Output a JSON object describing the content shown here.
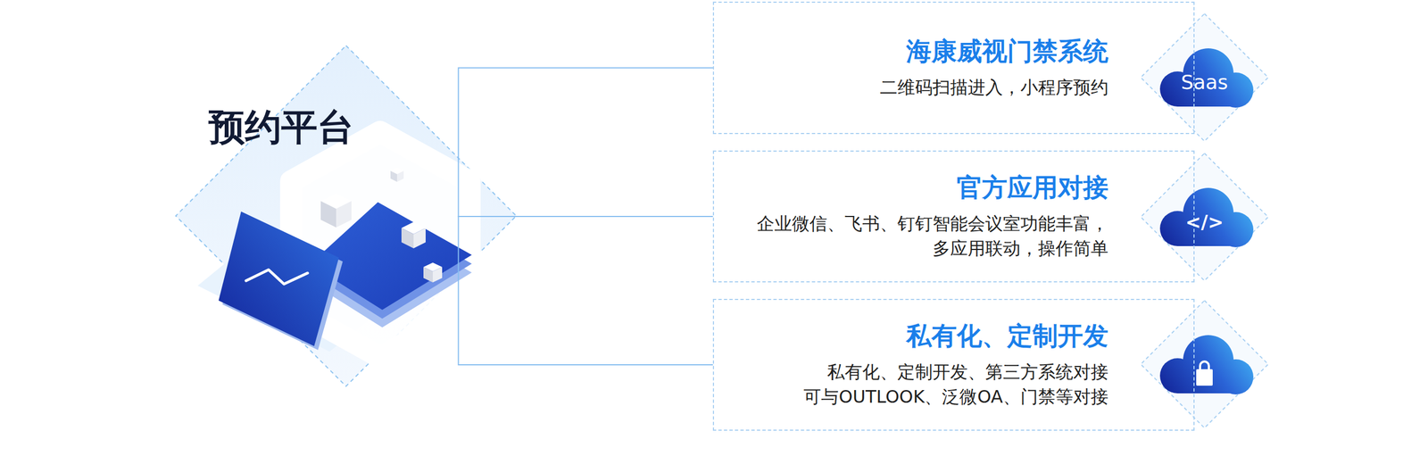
{
  "diagram": {
    "nodes": [
      {
        "text": [
          "预约平台"
        ]
      },
      {
        "text": [
          "海康威视门禁系统",
          "二维码扫描进入，小程序预约"
        ]
      },
      {
        "text": [
          "官方应用对接",
          "企业微信、飞书、钉钉智能会议室功能丰富， 多应用联动，操作简单"
        ]
      },
      {
        "text": [
          "私有化、定制开发",
          "私有化、定制开发、第三方系统对接 可与OUTLOOK、泛微OA、门禁等对接"
        ]
      }
    ],
    "edges": [
      {
        "from": 0,
        "to": 1,
        "arrow": "none"
      },
      {
        "from": 0,
        "to": 2,
        "arrow": "none"
      },
      {
        "from": 0,
        "to": 3,
        "arrow": "none"
      }
    ],
    "labels": [
      "Saas",
      "</>"
    ]
  }
}
